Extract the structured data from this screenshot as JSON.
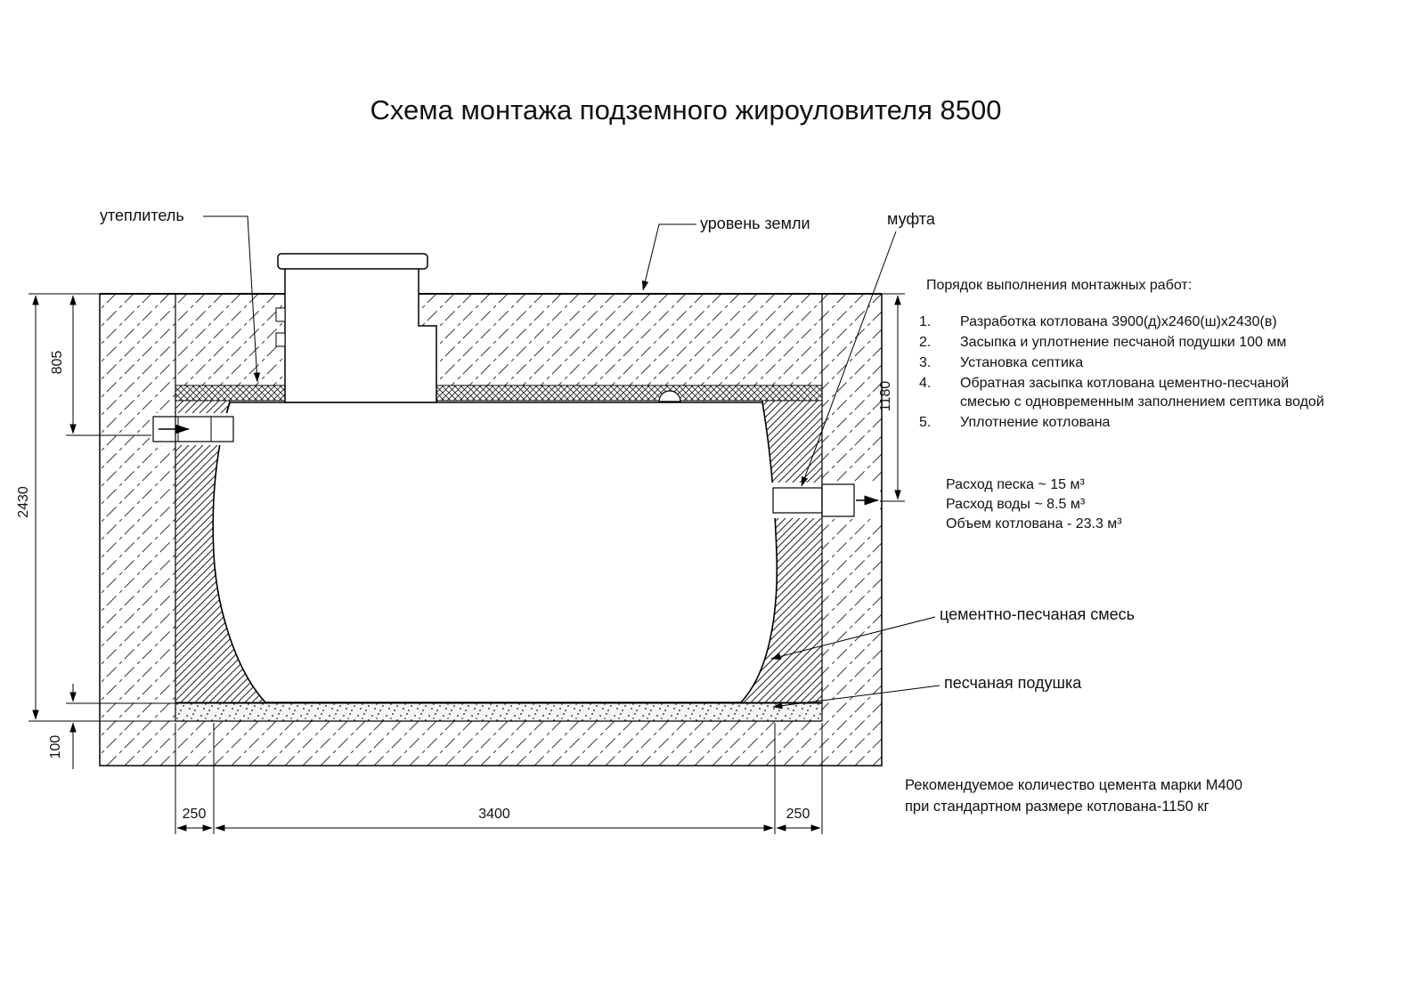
{
  "title": "Схема монтажа подземного жироуловителя 8500",
  "labels": {
    "insulation": "утеплитель",
    "ground_level": "уровень земли",
    "coupling": "муфта",
    "cement_sand_mix": "цементно-песчаная смесь",
    "sand_cushion": "песчаная подушка"
  },
  "dimensions": {
    "depth_total": "2430",
    "depth_inlet": "805",
    "cushion_thickness": "100",
    "depth_outlet": "1180",
    "offset_left": "250",
    "tank_length": "3400",
    "offset_right": "250"
  },
  "instructions": {
    "heading": "Порядок выполнения монтажных работ:",
    "items": [
      {
        "num": "1.",
        "text": "Разработка котлована 3900(д)х2460(ш)х2430(в)"
      },
      {
        "num": "2.",
        "text": "Засыпка и уплотнение песчаной подушки 100 мм"
      },
      {
        "num": "3.",
        "text": "Установка септика"
      },
      {
        "num": "4.",
        "text": "Обратная засыпка котлована цементно-песчаной смесью с одновременным заполнением септика водой"
      },
      {
        "num": "5.",
        "text": "Уплотнение котлована"
      }
    ]
  },
  "consumption": {
    "sand": "Расход песка ~ 15 м³",
    "water": "Расход воды ~ 8.5 м³",
    "pit_volume": "Объем котлована - 23.3 м³"
  },
  "note": {
    "line1": "Рекомендуемое количество цемента марки М400",
    "line2": "при стандартном размере котлована-1150 кг"
  }
}
